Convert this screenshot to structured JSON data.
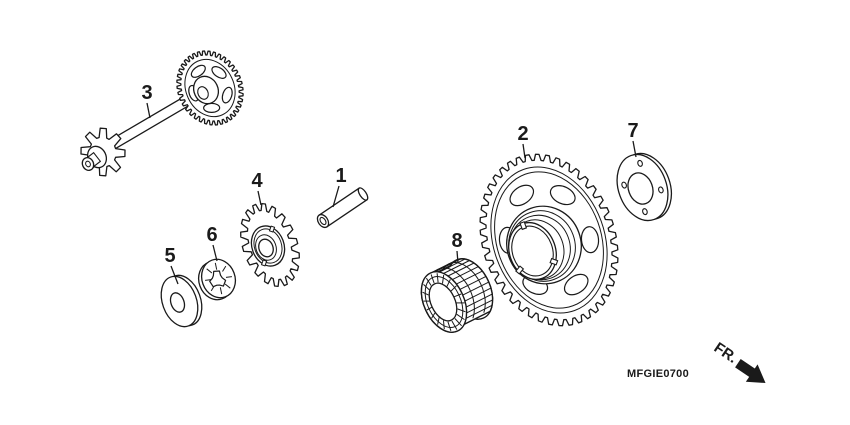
{
  "diagram": {
    "callouts": {
      "c1": {
        "label": "1"
      },
      "c2": {
        "label": "2"
      },
      "c3": {
        "label": "3"
      },
      "c4": {
        "label": "4"
      },
      "c5": {
        "label": "5"
      },
      "c6": {
        "label": "6"
      },
      "c7": {
        "label": "7"
      },
      "c8": {
        "label": "8"
      }
    },
    "code": "MFGIE0700",
    "direction_label": "FR.",
    "colors": {
      "line": "#1a1a1a",
      "background": "#ffffff"
    }
  }
}
